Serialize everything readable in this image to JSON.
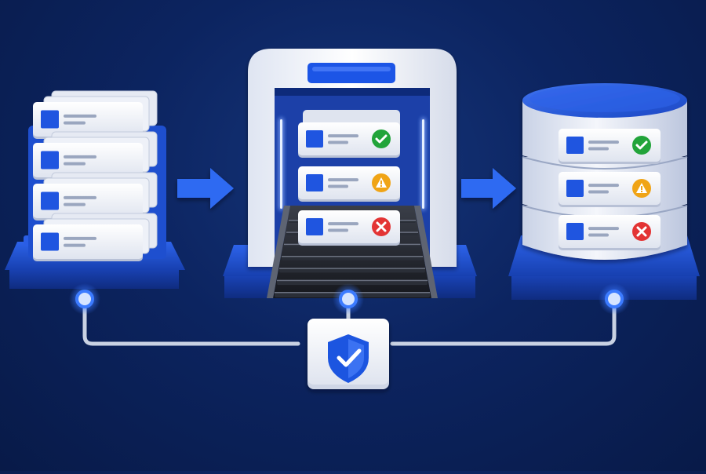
{
  "diagram": {
    "stages": [
      {
        "name": "source-records",
        "icon": "document-stack-icon",
        "record_count": 4
      },
      {
        "name": "validation-scanner",
        "icon": "scanner-gate-icon",
        "results": [
          "valid",
          "warning",
          "invalid"
        ]
      },
      {
        "name": "database",
        "icon": "database-icon",
        "results": [
          "valid",
          "warning",
          "invalid"
        ]
      }
    ],
    "connector_icon": "shield-check-icon",
    "status_icons": {
      "valid": "check-circle-icon",
      "warning": "warning-triangle-icon",
      "invalid": "x-circle-icon"
    },
    "colors": {
      "background": "#0c2460",
      "accent_blue": "#1f55e0",
      "card": "#eef1f8",
      "valid": "#22a43a",
      "warning": "#f0a416",
      "invalid": "#e33434",
      "glow": "#5f94ff"
    }
  }
}
